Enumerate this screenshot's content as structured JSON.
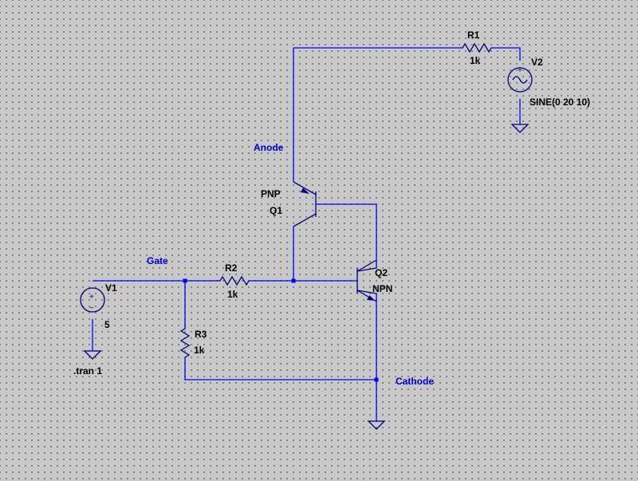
{
  "components": {
    "r1": {
      "name": "R1",
      "value": "1k"
    },
    "r2": {
      "name": "R2",
      "value": "1k"
    },
    "r3": {
      "name": "R3",
      "value": "1k"
    },
    "v1": {
      "name": "V1",
      "value": "5"
    },
    "v2": {
      "name": "V2",
      "value": "SINE(0 20 10)"
    },
    "q1": {
      "name": "Q1",
      "type": "PNP"
    },
    "q2": {
      "name": "Q2",
      "type": "NPN"
    }
  },
  "nets": {
    "anode": "Anode",
    "gate": "Gate",
    "cathode": "Cathode"
  },
  "directives": {
    "tran": ".tran 1"
  },
  "source_polarity": {
    "plus": "+",
    "minus": "−"
  },
  "colors": {
    "wire": "#0000ff",
    "component": "#000080",
    "net_label": "#0000cc",
    "background": "#c8c8c8"
  }
}
